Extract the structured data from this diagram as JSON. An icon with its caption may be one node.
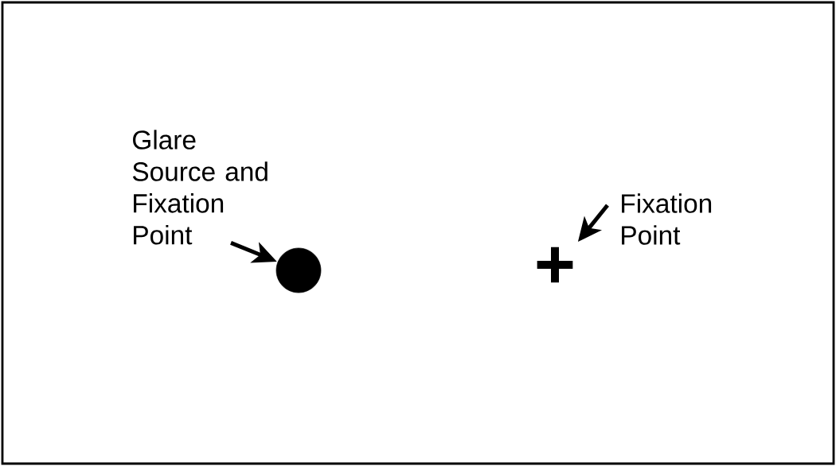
{
  "diagram": {
    "nodes": [
      {
        "text": [
          "Glare Source and Fixation Point"
        ]
      },
      {
        "text": [],
        "shape": "circle"
      },
      {
        "text": [
          "Fixation Point"
        ]
      },
      {
        "text": [],
        "shape": "cross"
      }
    ],
    "edges": [
      {
        "from": 0,
        "to": 1,
        "arrow": "to"
      },
      {
        "from": 2,
        "to": 3,
        "arrow": "to"
      }
    ]
  }
}
